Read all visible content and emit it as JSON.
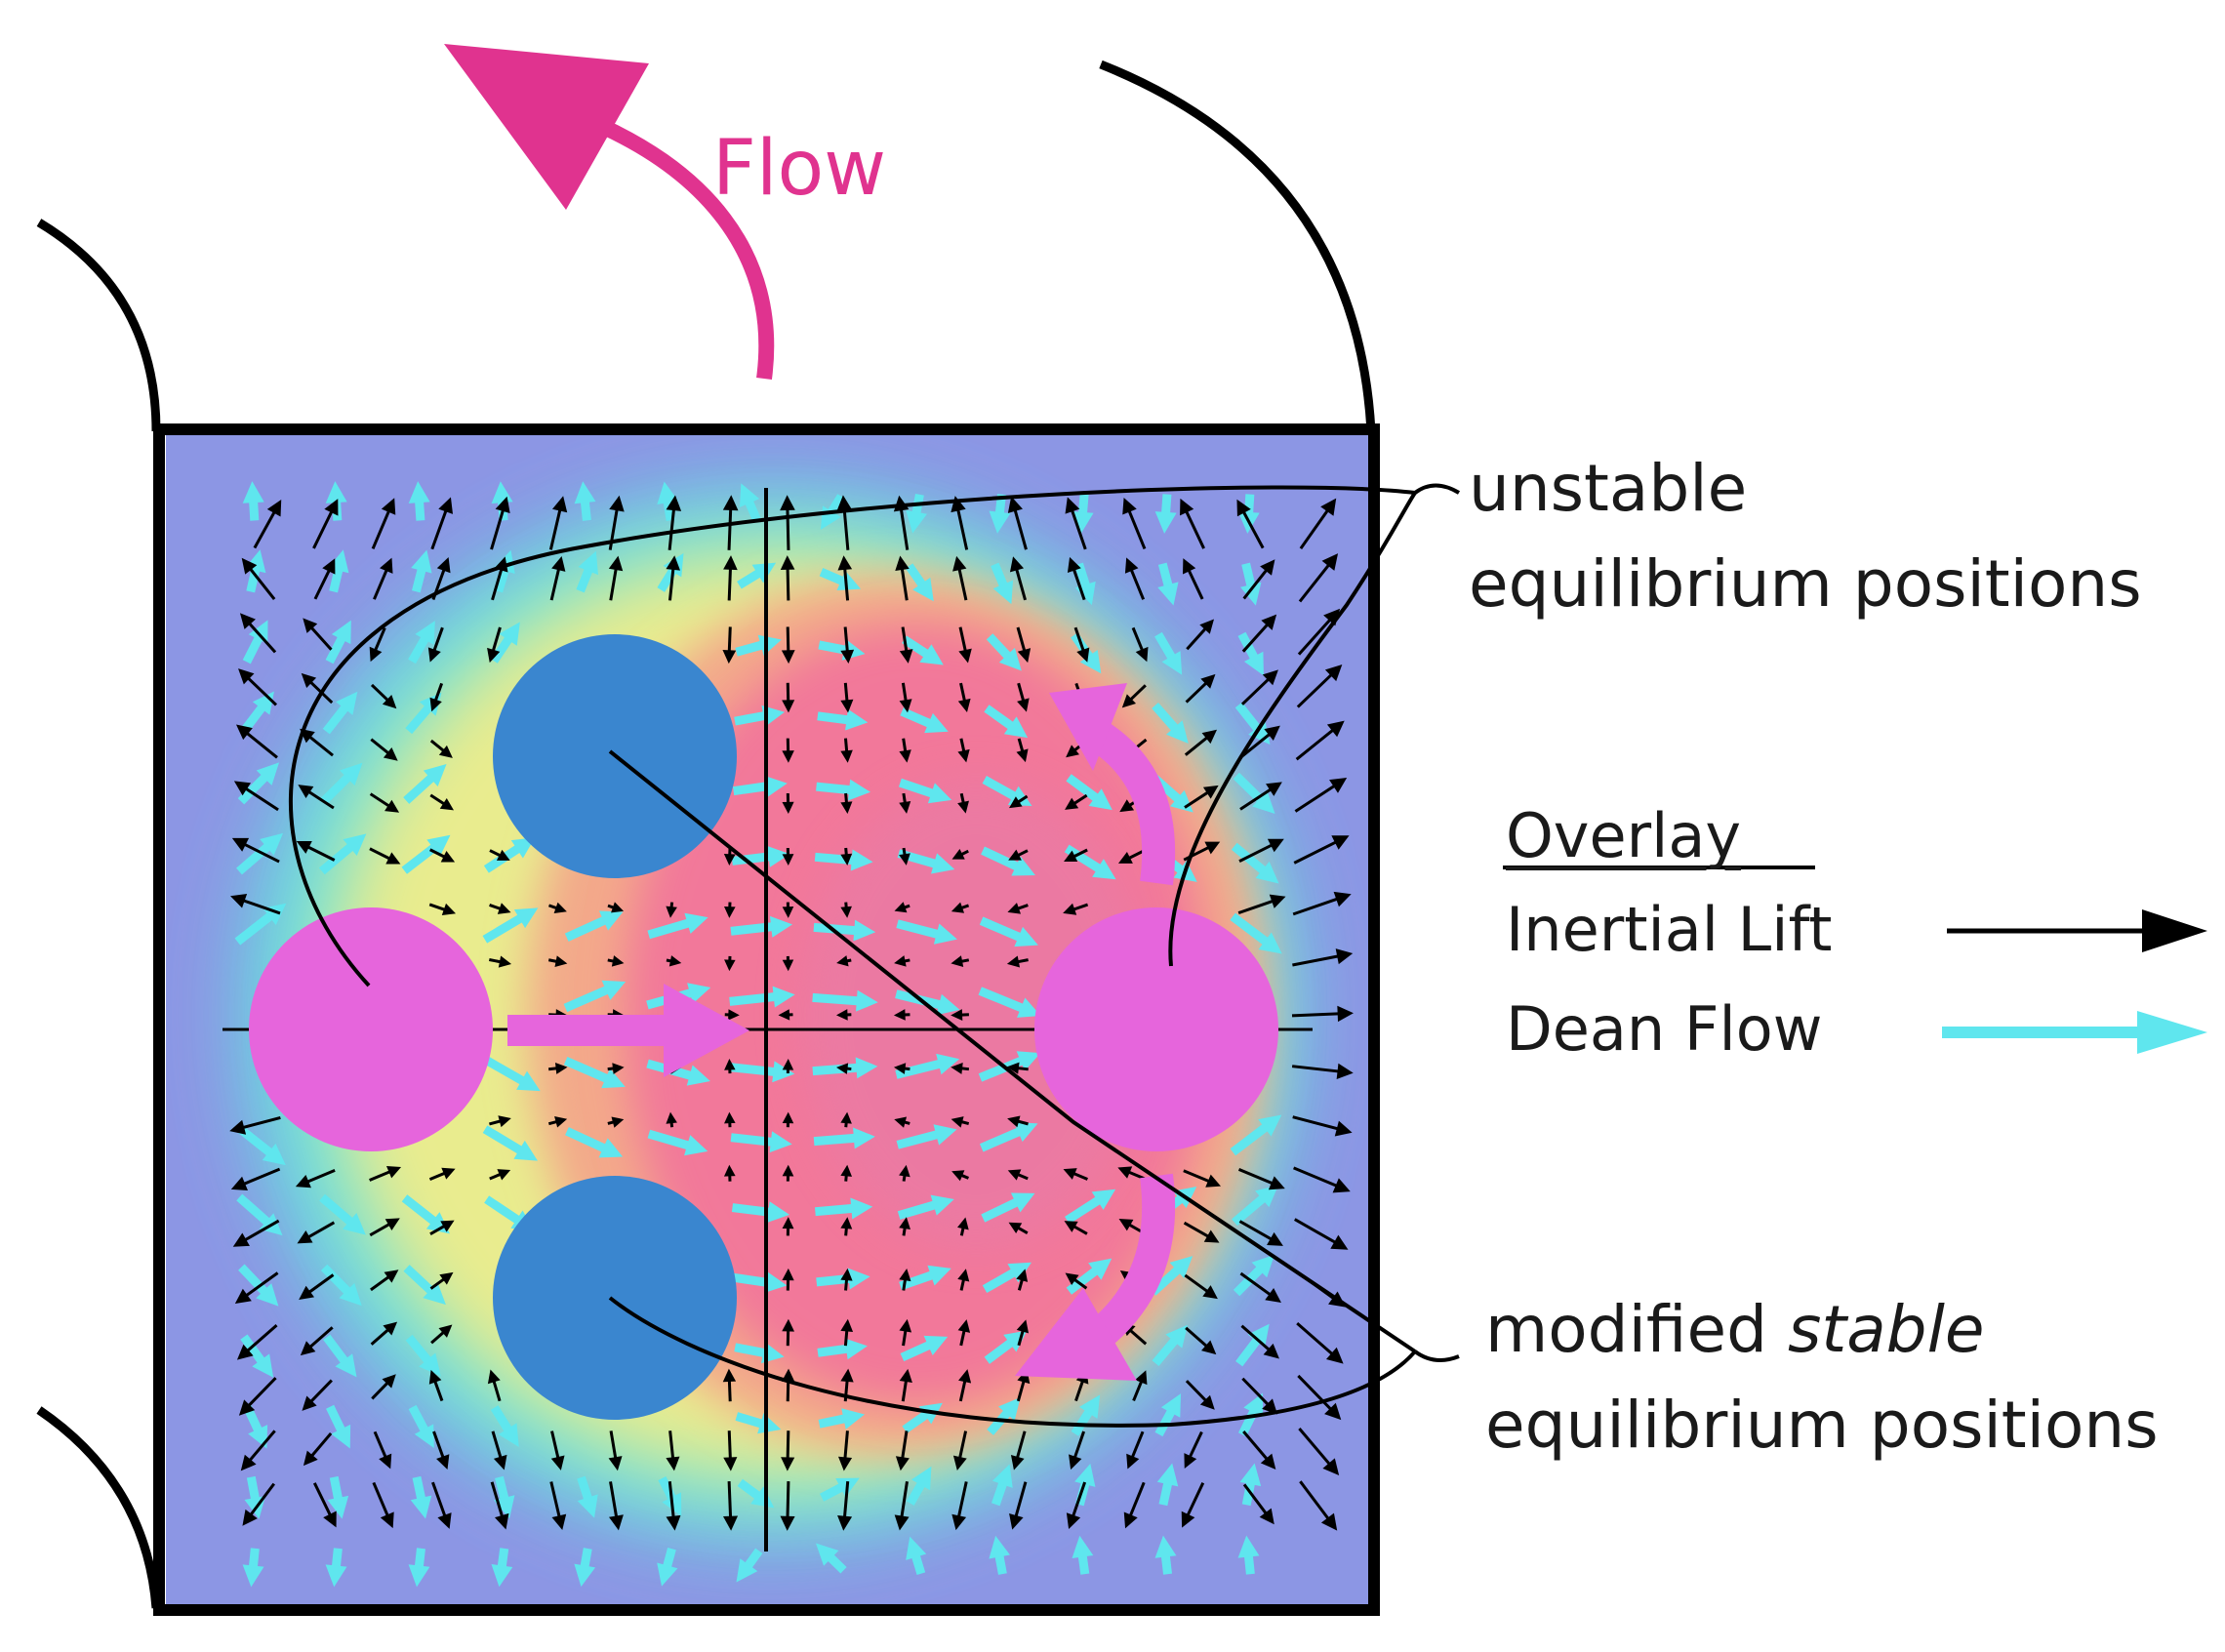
{
  "flow_label": "Flow",
  "unstable": {
    "line1": "unstable",
    "line2": "equilibrium positions"
  },
  "stable": {
    "line1_prefix": "modified ",
    "line1_italic": "stable",
    "line2": "equilibrium positions"
  },
  "legend": {
    "title": "Overlay",
    "items": [
      {
        "label": "Inertial Lift",
        "color": "#000000"
      },
      {
        "label": "Dean Flow",
        "color": "#5fe6ee"
      }
    ]
  },
  "colors": {
    "flow_arrow": "#e0338f",
    "unstable_particle": "#e665dc",
    "stable_particle": "#3a86cf",
    "channel_background": "#8c96e4",
    "field_center": "#f2789a"
  }
}
